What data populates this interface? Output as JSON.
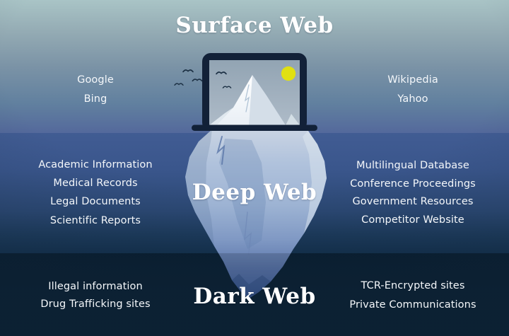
{
  "sections": {
    "surface": {
      "title": "Surface Web",
      "left": [
        "Google",
        "Bing"
      ],
      "right": [
        "Wikipedia",
        "Yahoo"
      ]
    },
    "deep": {
      "title": "Deep Web",
      "left": [
        "Academic Information",
        "Medical Records",
        "Legal Documents",
        "Scientific Reports"
      ],
      "right": [
        "Multilingual Database",
        "Conference Proceedings",
        "Government Resources",
        "Competitor Website"
      ]
    },
    "dark": {
      "title": "Dark Web",
      "left": [
        "Illegal information",
        "Drug Trafficking sites"
      ],
      "right": [
        "TCR-Encrypted sites",
        "Private Communications"
      ]
    }
  },
  "illustration": {
    "icons": [
      "laptop-icon",
      "iceberg-icon",
      "sun-icon",
      "bird-icon"
    ],
    "colors": {
      "surface_top": "#a9c4c6",
      "surface_bottom": "#54699c",
      "deep_top": "#415c93",
      "deep_bottom": "#13304d",
      "dark_background": "#0c2437",
      "iceberg_light": "#c6d2e2",
      "iceberg_deep": "#41609d",
      "laptop_frame": "#122138",
      "sun": "#e0e012",
      "text": "#ffffff"
    }
  }
}
